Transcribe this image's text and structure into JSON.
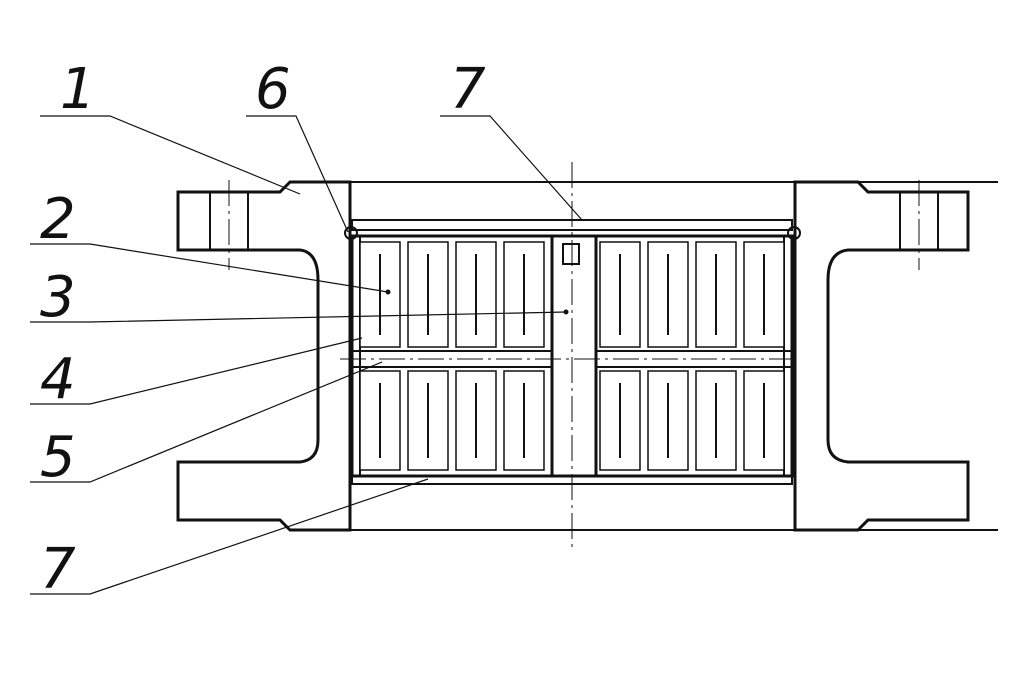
{
  "drawing": {
    "callouts": [
      "1",
      "6",
      "7",
      "2",
      "3",
      "4",
      "5",
      "7"
    ]
  }
}
